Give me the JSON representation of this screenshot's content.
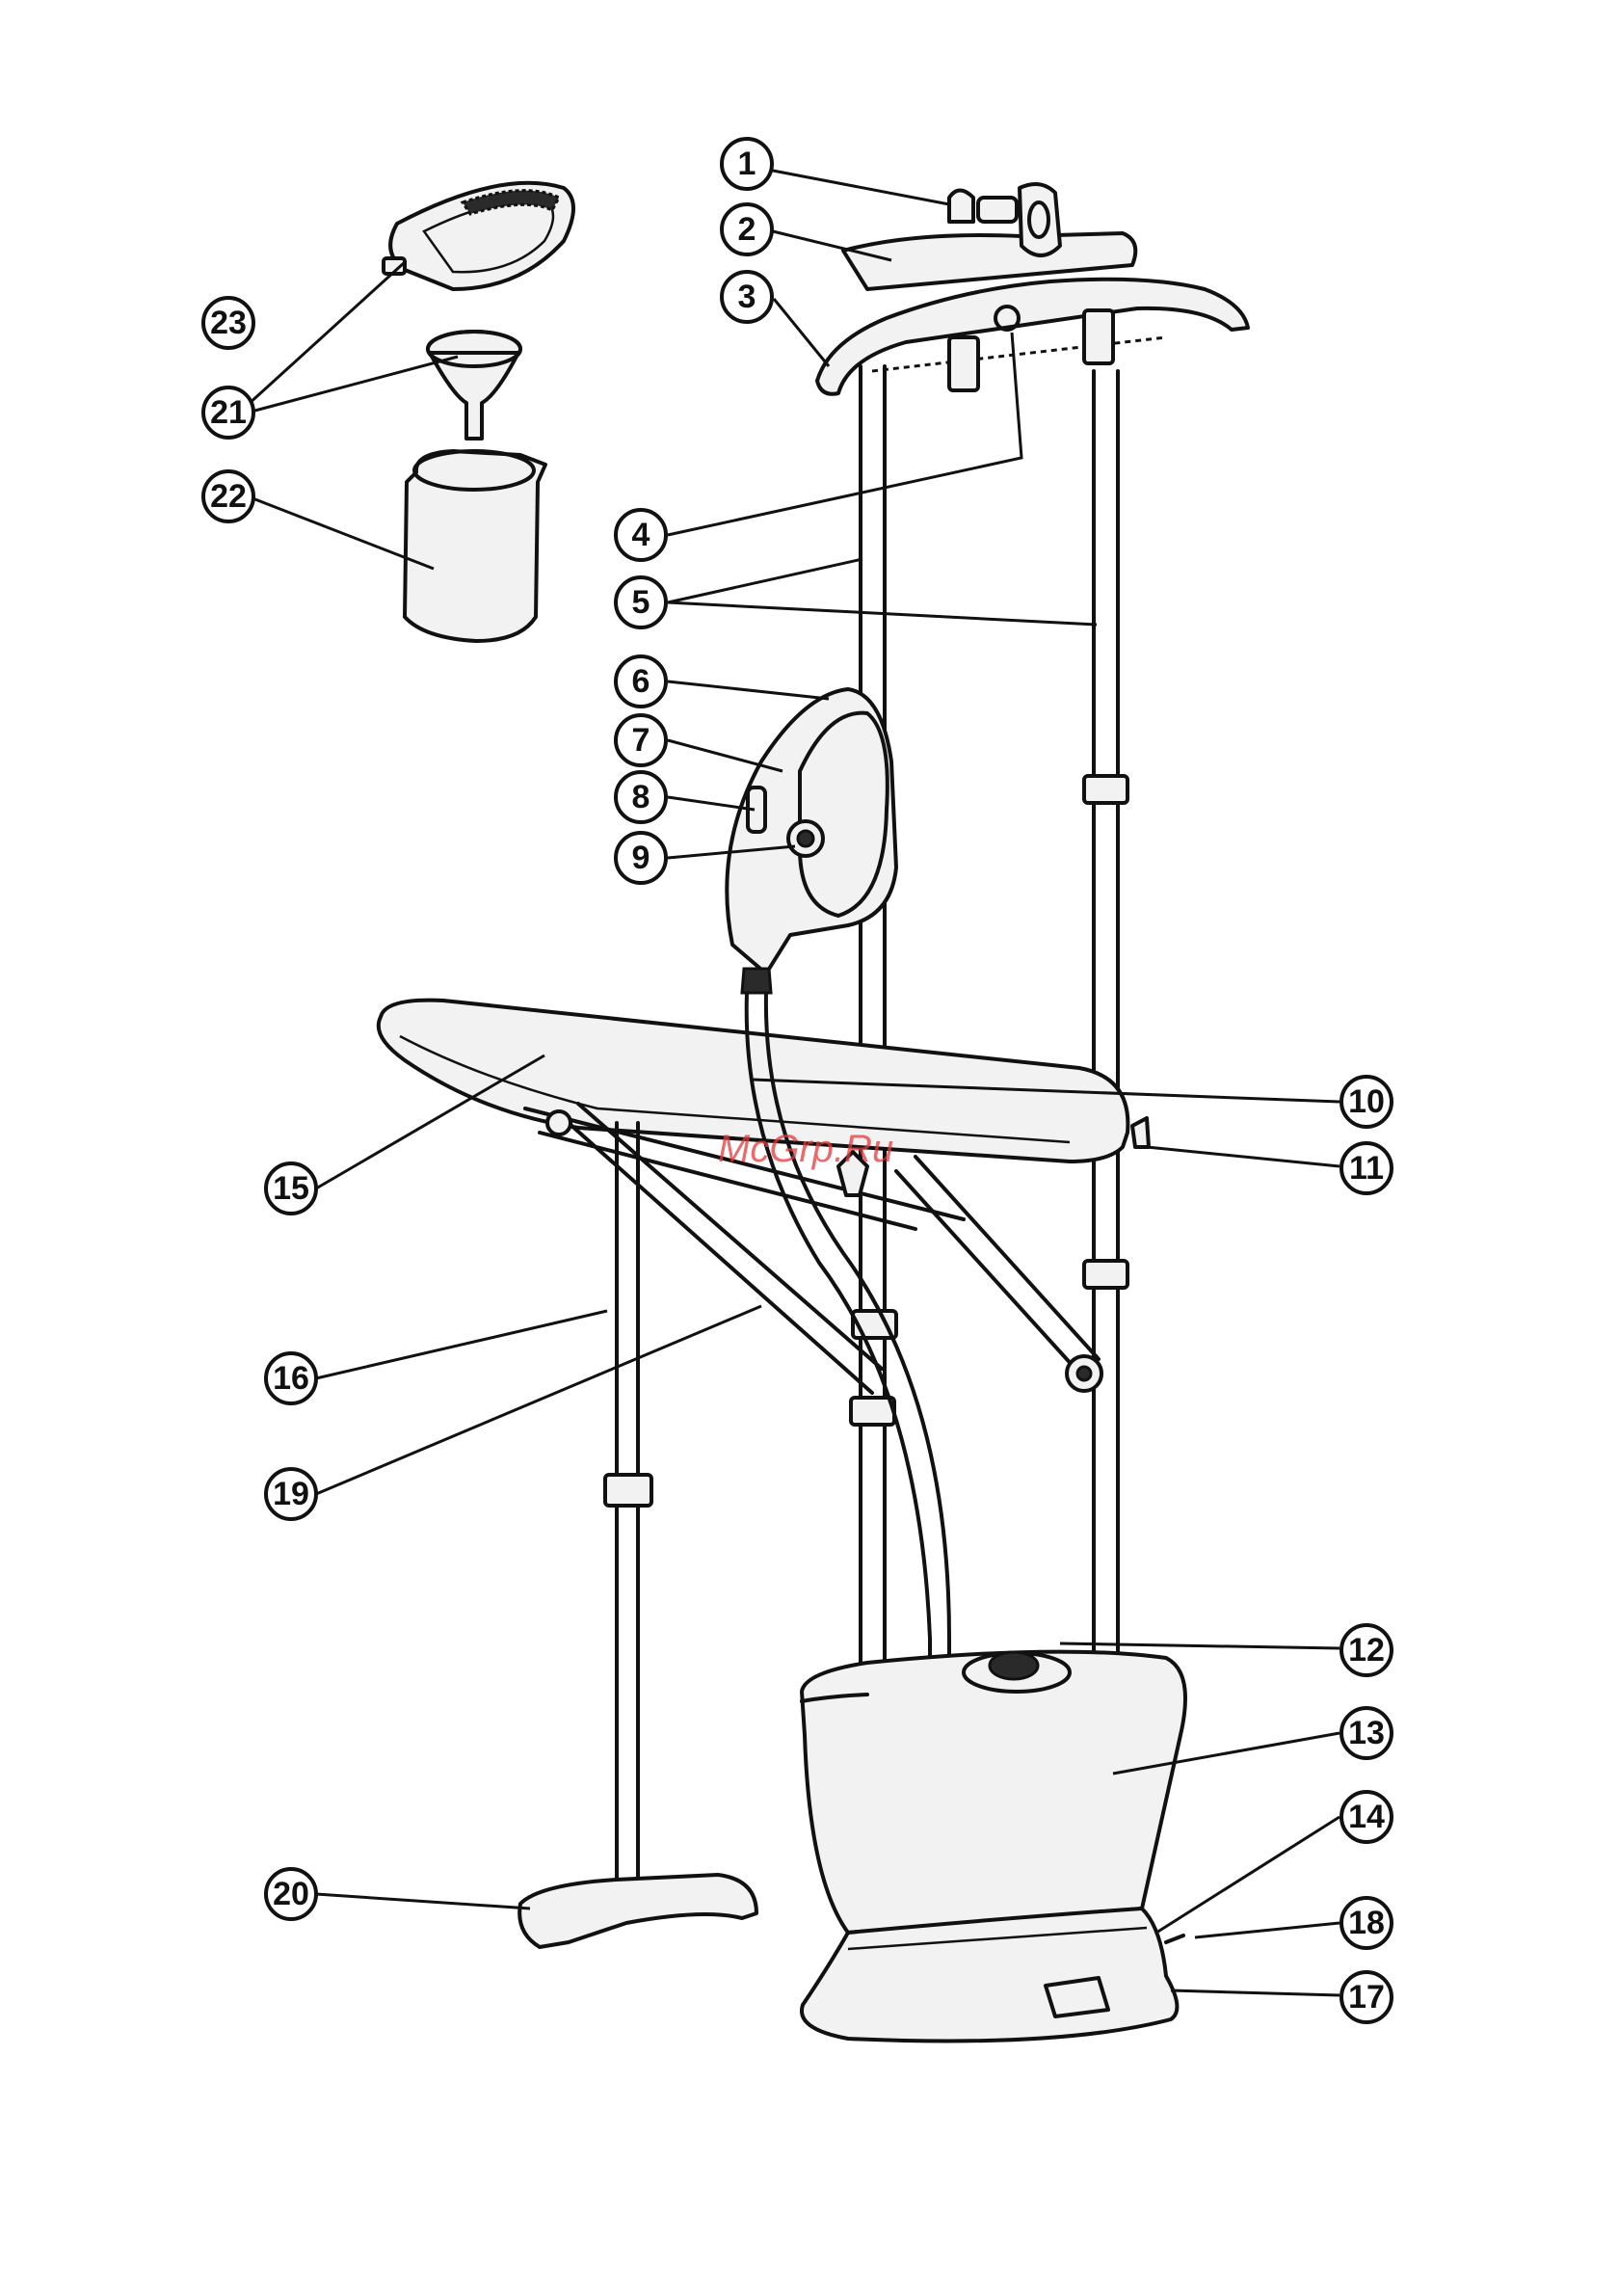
{
  "watermark": "McGrp.Ru",
  "callouts": [
    {
      "id": "1",
      "label": "1"
    },
    {
      "id": "2",
      "label": "2"
    },
    {
      "id": "3",
      "label": "3"
    },
    {
      "id": "4",
      "label": "4"
    },
    {
      "id": "5",
      "label": "5"
    },
    {
      "id": "6",
      "label": "6"
    },
    {
      "id": "7",
      "label": "7"
    },
    {
      "id": "8",
      "label": "8"
    },
    {
      "id": "9",
      "label": "9"
    },
    {
      "id": "10",
      "label": "10"
    },
    {
      "id": "11",
      "label": "11"
    },
    {
      "id": "12",
      "label": "12"
    },
    {
      "id": "13",
      "label": "13"
    },
    {
      "id": "14",
      "label": "14"
    },
    {
      "id": "15",
      "label": "15"
    },
    {
      "id": "16",
      "label": "16"
    },
    {
      "id": "17",
      "label": "17"
    },
    {
      "id": "18",
      "label": "18"
    },
    {
      "id": "19",
      "label": "19"
    },
    {
      "id": "20",
      "label": "20"
    },
    {
      "id": "21",
      "label": "21"
    },
    {
      "id": "22",
      "label": "22"
    },
    {
      "id": "23",
      "label": "23"
    }
  ]
}
